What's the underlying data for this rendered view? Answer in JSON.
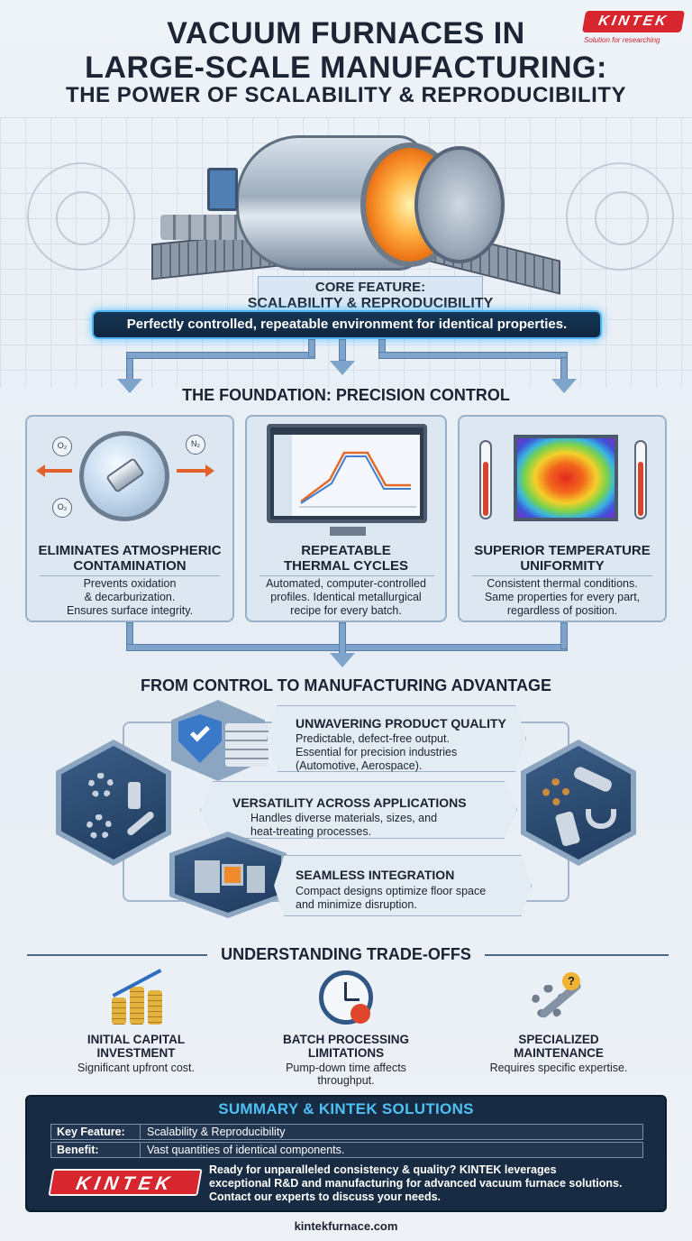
{
  "header": {
    "title_line1": "VACUUM FURNACES IN",
    "title_line2": "LARGE-SCALE MANUFACTURING:",
    "subtitle": "THE POWER OF SCALABILITY & REPRODUCIBILITY",
    "logo_text": "KINTEK",
    "logo_tagline": "Solution for researching",
    "colors": {
      "brand_red": "#d7262e",
      "accent_blue": "#4fb3f0"
    }
  },
  "core": {
    "label": "CORE FEATURE:",
    "feature": "SCALABILITY & REPRODUCIBILITY",
    "banner": "Perfectly controlled, repeatable environment for identical properties."
  },
  "foundation": {
    "heading": "THE FOUNDATION: PRECISION CONTROL",
    "cards": [
      {
        "title_line1": "ELIMINATES ATMOSPHERIC",
        "title_line2": "CONTAMINATION",
        "text_lines": [
          "Prevents oxidation",
          "& decarburization.",
          "Ensures surface integrity."
        ],
        "gas_labels": [
          "O₂",
          "N₂",
          "O₂"
        ],
        "icon": "vacuum-chamber-icon"
      },
      {
        "title_line1": "REPEATABLE",
        "title_line2": "THERMAL CYCLES",
        "text_lines": [
          "Automated, computer-controlled",
          "profiles. Identical metallurgical",
          "recipe for every batch."
        ],
        "icon": "monitor-chart-icon"
      },
      {
        "title_line1": "SUPERIOR TEMPERATURE",
        "title_line2": "UNIFORMITY",
        "text_lines": [
          "Consistent thermal conditions.",
          "Same properties for every part,",
          "regardless of position."
        ],
        "icon": "heatmap-icon"
      }
    ]
  },
  "advantage": {
    "heading": "FROM CONTROL TO MANUFACTURING ADVANTAGE",
    "items": [
      {
        "title": "UNWAVERING PRODUCT QUALITY",
        "text_lines": [
          "Predictable, defect-free output.",
          "Essential for precision industries",
          "(Automotive, Aerospace)."
        ],
        "icon": "shield-check-icon"
      },
      {
        "title": "VERSATILITY ACROSS APPLICATIONS",
        "text_lines": [
          "Handles diverse materials, sizes, and",
          "heat-treating processes."
        ],
        "icon": "gears-icon"
      },
      {
        "title": "SEAMLESS INTEGRATION",
        "text_lines": [
          "Compact designs optimize floor space",
          "and minimize disruption."
        ],
        "icon": "factory-icon"
      }
    ]
  },
  "tradeoffs": {
    "heading": "UNDERSTANDING TRADE-OFFS",
    "items": [
      {
        "title_line1": "INITIAL CAPITAL",
        "title_line2": "INVESTMENT",
        "text_lines": [
          "Significant upfront cost."
        ],
        "icon": "coins-chart-icon"
      },
      {
        "title_line1": "BATCH PROCESSING",
        "title_line2": "LIMITATIONS",
        "text_lines": [
          "Pump-down time affects",
          "throughput."
        ],
        "icon": "clock-pause-icon"
      },
      {
        "title_line1": "SPECIALIZED",
        "title_line2": "MAINTENANCE",
        "text_lines": [
          "Requires specific expertise."
        ],
        "icon": "wrench-gear-icon"
      }
    ]
  },
  "summary": {
    "heading": "SUMMARY & KINTEK SOLUTIONS",
    "rows": [
      {
        "key": "Key Feature:",
        "value": "Scalability & Reproducibility"
      },
      {
        "key": "Benefit:",
        "value": "Vast quantities of identical components."
      }
    ],
    "logo_text": "KINTEK",
    "cta_lines": [
      "Ready for unparalleled consistency & quality? KINTEK leverages",
      "exceptional R&D and manufacturing for advanced vacuum furnace solutions.",
      "Contact our experts to discuss your needs."
    ]
  },
  "footer": {
    "url": "kintekfurnace.com"
  }
}
